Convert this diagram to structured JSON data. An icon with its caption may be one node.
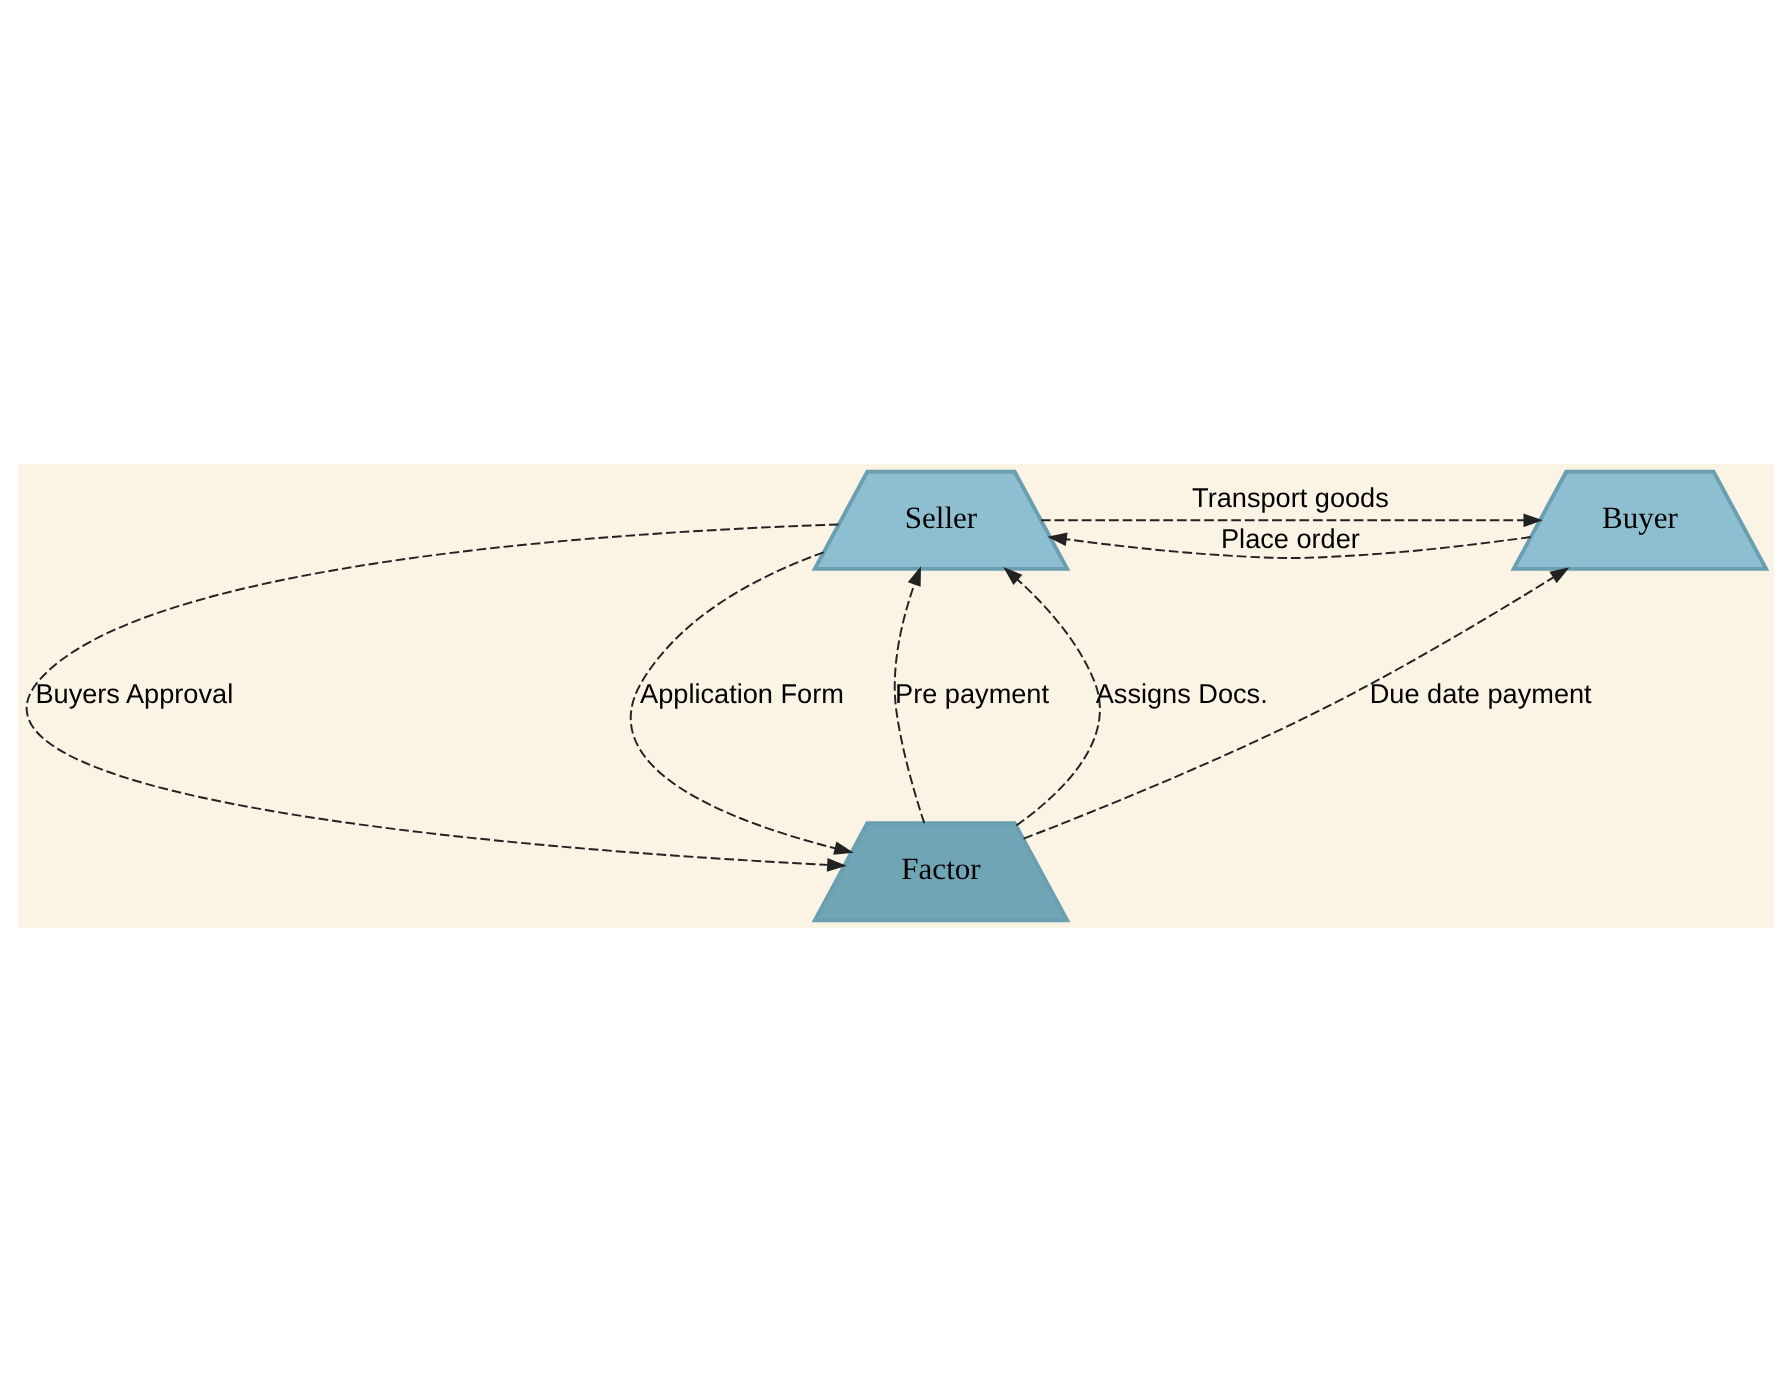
{
  "diagram": {
    "nodes": [
      {
        "text": [
          "Seller"
        ]
      },
      {
        "text": [
          "Buyer"
        ]
      },
      {
        "text": [
          "Factor"
        ]
      }
    ],
    "edges": [
      {
        "from": 1,
        "to": 0,
        "arrow": "to",
        "label": "Place order",
        "style": "dashed"
      },
      {
        "from": 0,
        "to": 1,
        "arrow": "to",
        "label": "Transport goods",
        "style": "dashed"
      },
      {
        "from": 2,
        "to": 0,
        "arrow": "to",
        "label": "Pre payment",
        "style": "dashed"
      },
      {
        "from": 2,
        "to": 0,
        "arrow": "to",
        "label": "Assigns Docs.",
        "style": "dashed"
      },
      {
        "from": 0,
        "to": 2,
        "arrow": "to",
        "label": "Buyers Approval",
        "style": "dashed"
      },
      {
        "from": 0,
        "to": 2,
        "arrow": "to",
        "label": "Application Form",
        "style": "dashed"
      },
      {
        "from": 2,
        "to": 1,
        "arrow": "to",
        "label": "Due date payment",
        "style": "dashed"
      }
    ]
  }
}
